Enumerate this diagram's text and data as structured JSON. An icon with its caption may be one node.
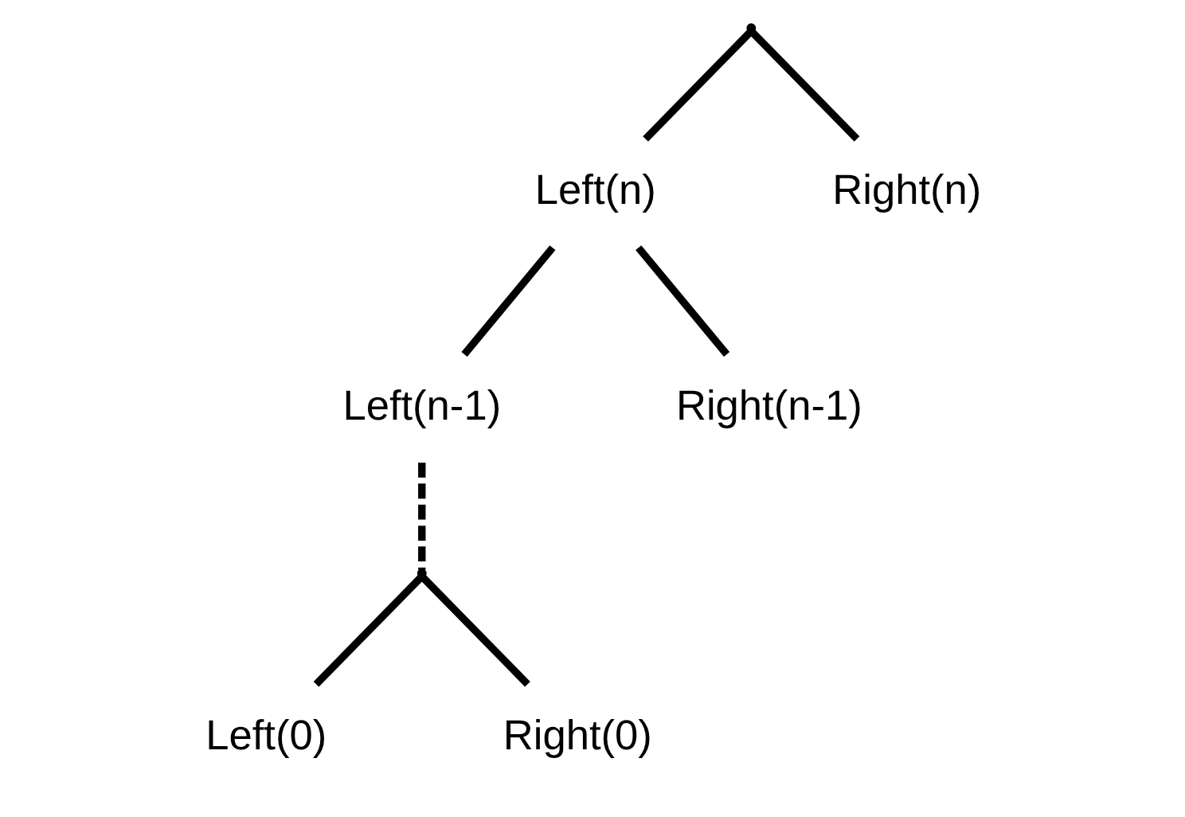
{
  "diagram": {
    "nodes": [
      {
        "text": [],
        "shape": "point"
      },
      {
        "text": [
          "Left(n)"
        ]
      },
      {
        "text": [
          "Right(n)"
        ]
      },
      {
        "text": [
          "Left(n-1)"
        ]
      },
      {
        "text": [
          "Right(n-1)"
        ]
      },
      {
        "text": [],
        "shape": "point"
      },
      {
        "text": [
          "Left(0)"
        ]
      },
      {
        "text": [
          "Right(0)"
        ]
      }
    ],
    "edges": [
      {
        "from": 0,
        "to": 1,
        "arrow": "none"
      },
      {
        "from": 0,
        "to": 2,
        "arrow": "none"
      },
      {
        "from": 1,
        "to": 3,
        "arrow": "none"
      },
      {
        "from": 1,
        "to": 4,
        "arrow": "none"
      },
      {
        "from": 3,
        "to": 5,
        "arrow": "none",
        "style": "dashed"
      },
      {
        "from": 5,
        "to": 6,
        "arrow": "none"
      },
      {
        "from": 5,
        "to": 7,
        "arrow": "none"
      }
    ]
  }
}
